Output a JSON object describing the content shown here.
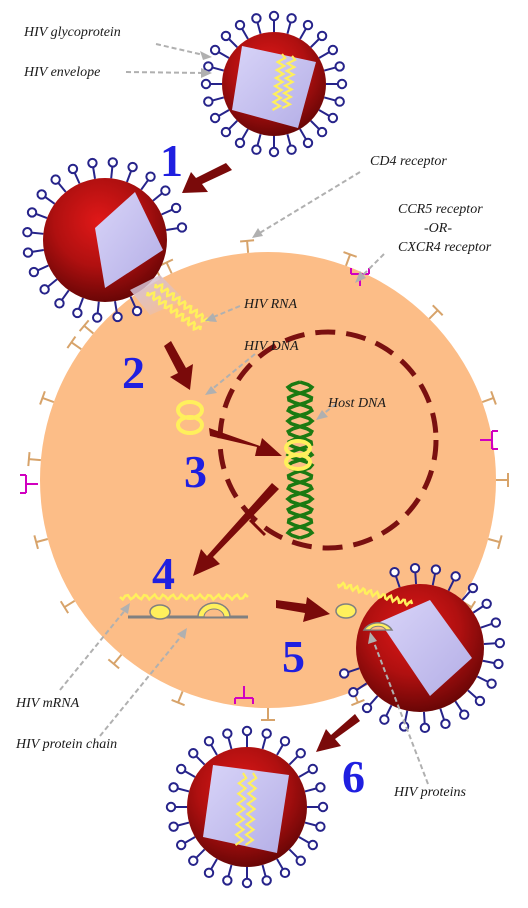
{
  "labels": {
    "glycoprotein": "HIV glycoprotein",
    "envelope": "HIV envelope",
    "cd4": "CD4 receptor",
    "ccr5_line1": "CCR5 receptor",
    "ccr5_line2": "-OR-",
    "ccr5_line3": "CXCR4 receptor",
    "rna": "HIV RNA",
    "dna": "HIV DNA",
    "host_dna": "Host DNA",
    "mrna": "HIV mRNA",
    "protein_chain": "HIV protein chain",
    "proteins": "HIV proteins"
  },
  "steps": [
    "1",
    "2",
    "3",
    "4",
    "5",
    "6"
  ],
  "colors": {
    "cell": "#fcbd87",
    "virus": "#a01010",
    "virus_core": "#c8c4ee",
    "receptor": "#d7a36a",
    "coreceptor": "#d100c0",
    "spike": "#26238a",
    "rna": "#fff05c",
    "host_dna": "#1b7a12",
    "arrow": "#7a0a0a",
    "step_number": "#1f1fe0"
  }
}
